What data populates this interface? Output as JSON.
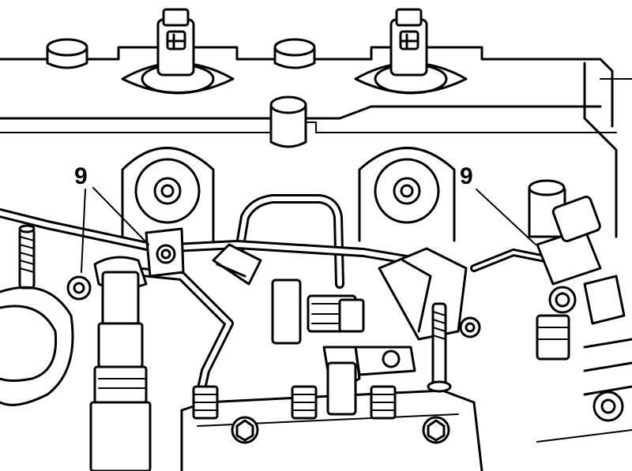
{
  "diagram": {
    "style": "line-art",
    "stroke_color": "#000000",
    "background_color": "#ffffff",
    "callouts": [
      {
        "label": "9"
      },
      {
        "label": "9"
      }
    ]
  }
}
